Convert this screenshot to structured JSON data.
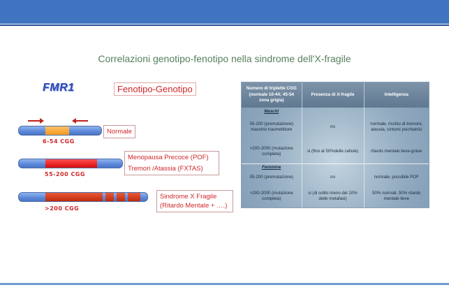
{
  "slide": {
    "title": "Correlazioni genotipo-fenotipo nella sindrome dell'X-fragile",
    "gene_label": "FMR1",
    "section_label": "Fenotipo-Genotipo"
  },
  "diagram": {
    "alleles": [
      {
        "repeat_label": "6-54 CGG",
        "phenotype": [
          "Normale"
        ]
      },
      {
        "repeat_label": "55-200 CGG",
        "phenotype": [
          "Menopausa Precoce (POF)",
          "Tremori /Atassia (FXTAS)"
        ]
      },
      {
        "repeat_label": ">200 CGG",
        "phenotype": [
          "Sindrome X Fragile",
          "(Ritardo Mentale + ….)"
        ]
      }
    ],
    "colors": {
      "normal": "#f39a1e",
      "premutation": "#d80c0c",
      "full_mutation": "#c02a0a",
      "chromosome": "#5c87d8"
    }
  },
  "table": {
    "headers": [
      "Numero di triplette CGG (normale 10-44; 45-54 zona grigia)",
      "Presenza di X-fragile",
      "Intelligenza"
    ],
    "groups": [
      {
        "name": "Maschi",
        "rows": [
          {
            "cells": [
              "55-200 (premutazione) maschio trasmettitore",
              "no",
              "normale, rischio di tremore, atassia, sintomi psichiatrici"
            ]
          },
          {
            "cells": [
              ">200-2000 (mutazione completa)",
              "si (fino al 50%delle cellule)",
              "ritardo mentale lieve-grave"
            ]
          }
        ]
      },
      {
        "name": "Femmine",
        "rows": [
          {
            "cells": [
              "55-200 (premutazione)",
              "no",
              "normale, possibile POF"
            ]
          },
          {
            "cells": [
              ">200-2000 (mutazione completa)",
              "si (di solito meno del 10% delle metafasi)",
              "50% normali, 50% ritardo mentale lieve"
            ]
          }
        ]
      }
    ]
  }
}
